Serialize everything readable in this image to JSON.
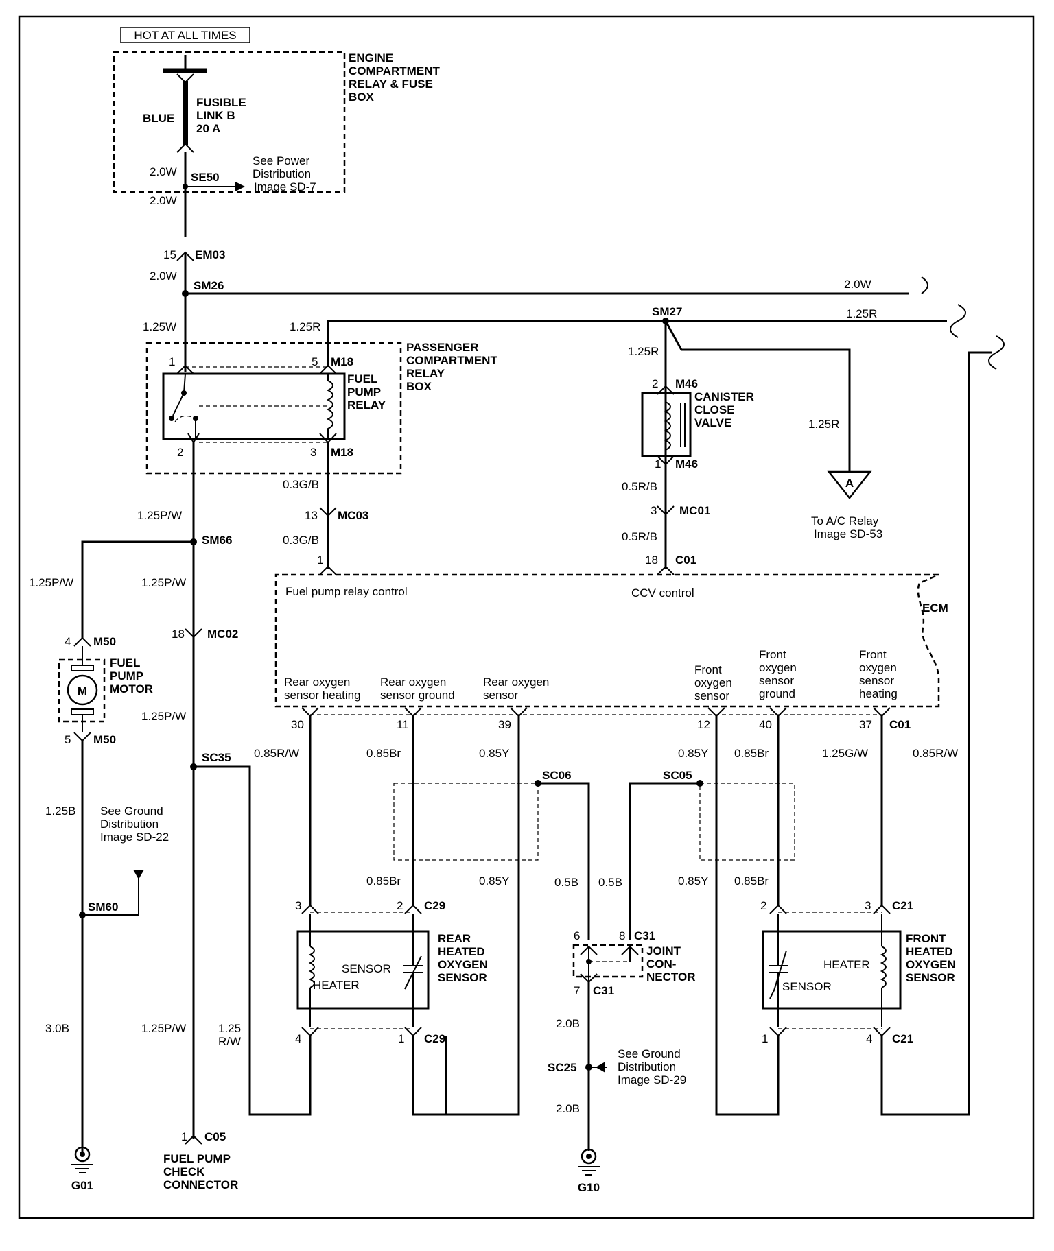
{
  "header": {
    "hot_label": "HOT AT ALL TIMES"
  },
  "engine_box": {
    "title": [
      "ENGINE",
      "COMPARTMENT",
      "RELAY & FUSE",
      "BOX"
    ],
    "fusible_link": [
      "FUSIBLE",
      "LINK B",
      "20 A"
    ],
    "wire_color_label": "BLUE",
    "splice": "SE50",
    "power_ref": [
      "See Power",
      "Distribution",
      "Image SD-7"
    ],
    "wire_top": "2.0W",
    "wire_bottom": "2.0W"
  },
  "connectors": {
    "em03": {
      "pin": "15",
      "name": "EM03"
    },
    "sm26": "SM26",
    "sm27": "SM27",
    "mc03": {
      "pin": "13",
      "name": "MC03"
    },
    "mc01": {
      "pin": "3",
      "name": "MC01"
    },
    "mc02": {
      "pin": "18",
      "name": "MC02"
    },
    "c01_top": {
      "pin_a": "1",
      "pin_b": "18",
      "name": "C01"
    },
    "c01_bottom": {
      "pins": [
        "30",
        "11",
        "39",
        "12",
        "40",
        "37"
      ],
      "name": "C01"
    },
    "sm66": "SM66",
    "sc35": "SC35",
    "sc06": "SC06",
    "sc05": "SC05",
    "sm60": "SM60",
    "sc25": "SC25",
    "c05": {
      "pin": "1",
      "name": "C05"
    },
    "c29_top": {
      "pin_a": "3",
      "pin_b": "2",
      "name": "C29"
    },
    "c29_bottom": {
      "pin_a": "4",
      "pin_b": "1",
      "name": "C29"
    },
    "c21_top": {
      "pin_a": "2",
      "pin_b": "3",
      "name": "C21"
    },
    "c21_bottom": {
      "pin_a": "1",
      "pin_b": "4",
      "name": "C21"
    },
    "c31_top": {
      "pin_a": "6",
      "pin_b": "8",
      "name": "C31"
    },
    "c31_bottom": {
      "pin": "7",
      "name": "C31"
    }
  },
  "wires": {
    "w_2_0W_a": "2.0W",
    "w_2_0W_right": "2.0W",
    "w_1_25R_right": "1.25R",
    "w_1_25W": "1.25W",
    "w_1_25R_relay": "1.25R",
    "w_1_25R_ccv": "1.25R",
    "w_1_25R_ac": "1.25R",
    "w_0_3GB_a": "0.3G/B",
    "w_0_3GB_b": "0.3G/B",
    "w_0_5RB_a": "0.5R/B",
    "w_0_5RB_b": "0.5R/B",
    "w_1_25PW_a": "1.25P/W",
    "w_1_25PW_b": "1.25P/W",
    "w_1_25PW_c": "1.25P/W",
    "w_1_25PW_d": "1.25P/W",
    "w_1_25PW_e": "1.25P/W",
    "w_1_25PW_left": "1.25P/W",
    "w_1_25B": "1.25B",
    "w_3_0B": "3.0B",
    "w_1_25RW": [
      "1.25",
      "R/W"
    ],
    "w_0_85RW_left": "0.85R/W",
    "w_0_85Br_a": "0.85Br",
    "w_0_85Y_a": "0.85Y",
    "w_0_85Y_b": "0.85Y",
    "w_0_85Br_b": "0.85Br",
    "w_1_25GW": "1.25G/W",
    "w_0_85RW_right": "0.85R/W",
    "w_0_85Br_c": "0.85Br",
    "w_0_85Y_c": "0.85Y",
    "w_0_5B_a": "0.5B",
    "w_0_5B_b": "0.5B",
    "w_0_85Y_d": "0.85Y",
    "w_0_85Br_d": "0.85Br",
    "w_2_0B_a": "2.0B",
    "w_2_0B_b": "2.0B"
  },
  "relay_box": {
    "title": [
      "PASSENGER",
      "COMPARTMENT",
      "RELAY",
      "BOX"
    ],
    "relay_name": [
      "FUEL",
      "PUMP",
      "RELAY"
    ],
    "pins": {
      "p1": "1",
      "p5": "5",
      "p2": "2",
      "p3": "3"
    },
    "connector": "M18"
  },
  "canister": {
    "name": [
      "CANISTER",
      "CLOSE",
      "VALVE"
    ],
    "pin_top": "2",
    "pin_bottom": "1",
    "connector": "M46"
  },
  "ac_ref": {
    "symbol": "A",
    "text": [
      "To A/C Relay",
      "Image SD-53"
    ]
  },
  "ecm": {
    "name": "ECM",
    "top_labels": [
      "Fuel pump relay control",
      "CCV control"
    ],
    "bottom_labels": [
      [
        "Rear oxygen",
        "sensor heating"
      ],
      [
        "Rear oxygen",
        "sensor ground"
      ],
      [
        "Rear oxygen",
        "sensor"
      ],
      [
        "Front",
        "oxygen",
        "sensor"
      ],
      [
        "Front",
        "oxygen",
        "sensor",
        "ground"
      ],
      [
        "Front",
        "oxygen",
        "sensor",
        "heating"
      ]
    ]
  },
  "pump_motor": {
    "name": [
      "FUEL",
      "PUMP",
      "MOTOR"
    ],
    "symbol": "M",
    "pin_top": "4",
    "pin_bottom": "5",
    "connector": "M50"
  },
  "ground_ref": [
    "See Ground",
    "Distribution",
    "Image SD-22"
  ],
  "ground_ref_2": [
    "See Ground",
    "Distribution",
    "Image SD-29"
  ],
  "grounds": {
    "g01": "G01",
    "g10": "G10"
  },
  "check_connector": [
    "FUEL PUMP",
    "CHECK",
    "CONNECTOR"
  ],
  "rear_sensor": {
    "name": [
      "REAR",
      "HEATED",
      "OXYGEN",
      "SENSOR"
    ],
    "sensor_label": "SENSOR",
    "heater_label": "HEATER"
  },
  "front_sensor": {
    "name": [
      "FRONT",
      "HEATED",
      "OXYGEN",
      "SENSOR"
    ],
    "sensor_label": "SENSOR",
    "heater_label": "HEATER"
  },
  "joint_connector": [
    "JOINT",
    "CON-",
    "NECTOR"
  ]
}
